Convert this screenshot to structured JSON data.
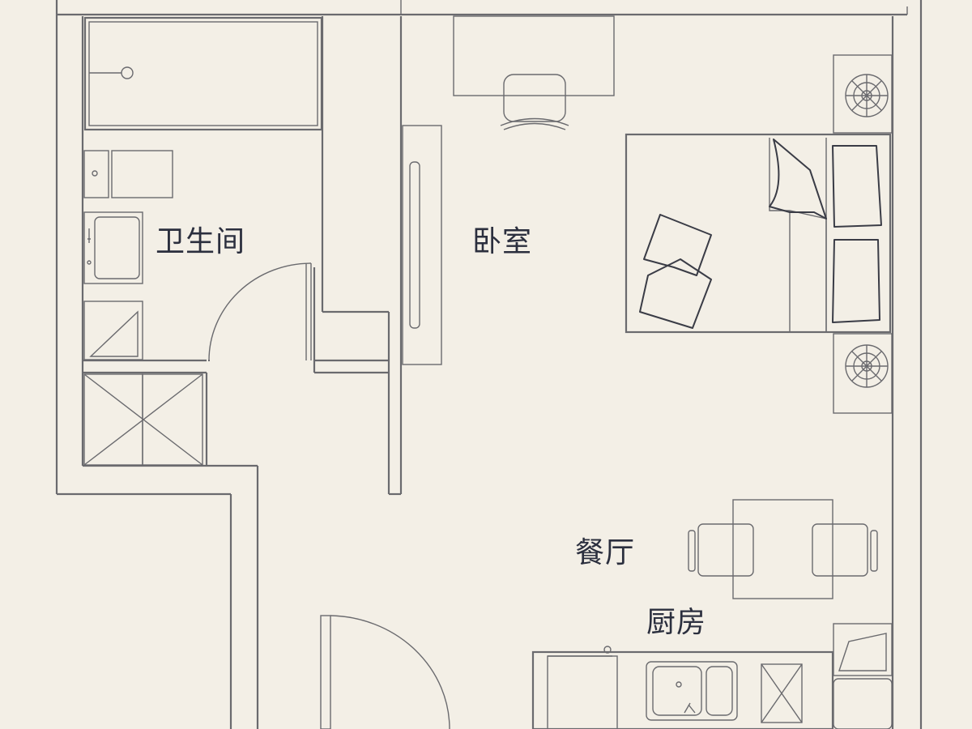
{
  "rooms": {
    "bathroom": "卫生间",
    "bedroom": "卧室",
    "dining": "餐厅",
    "kitchen": "厨房"
  },
  "colors": {
    "background": "#f3efe6",
    "wall_line": "#6a6a6e",
    "label_text": "#2b2f3e"
  }
}
